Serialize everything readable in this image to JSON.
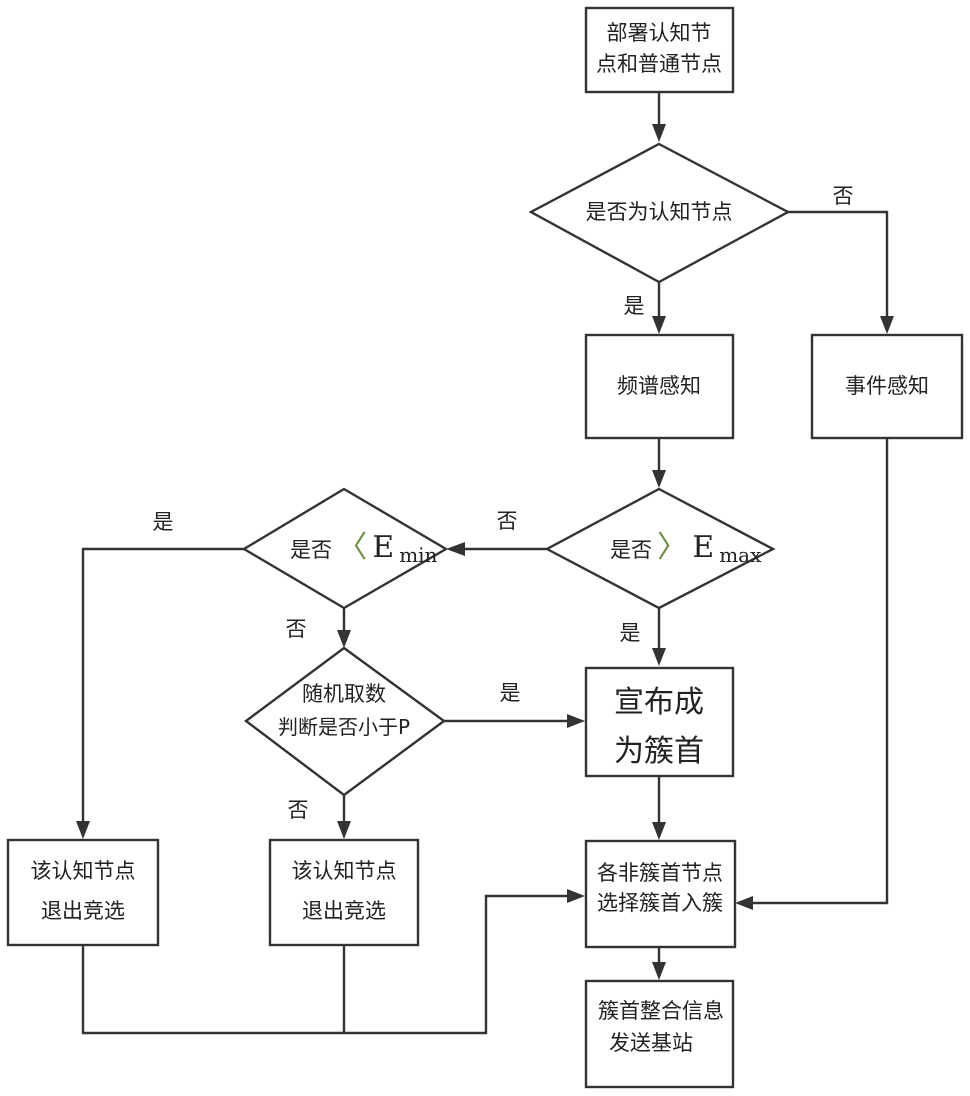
{
  "nodes": {
    "deploy": {
      "line1": "部署认知节",
      "line2": "点和普通节点"
    },
    "is_cognitive": {
      "text": "是否为认知节点"
    },
    "spectrum": {
      "text": "频谱感知"
    },
    "event": {
      "text": "事件感知"
    },
    "gt_emax": {
      "prefix": "是否",
      "op": "〉",
      "var": "E",
      "sub": "max"
    },
    "lt_emin": {
      "prefix": "是否",
      "op": "〈",
      "var": "E",
      "sub": "min"
    },
    "random": {
      "line1": "随机取数",
      "line2": "判断是否小于P"
    },
    "declare": {
      "line1": "宣布成",
      "line2": "为簇首"
    },
    "exit_left": {
      "line1": "该认知节点",
      "line2": "退出竞选"
    },
    "exit_mid": {
      "line1": "该认知节点",
      "line2": "退出竞选"
    },
    "join": {
      "line1": "各非簇首节点",
      "line2": "选择簇首入簇"
    },
    "send": {
      "line1": "簇首整合信息",
      "line2": "发送基站"
    }
  },
  "edge_labels": {
    "cognitive_no": "否",
    "cognitive_yes": "是",
    "emax_no": "否",
    "emax_yes": "是",
    "emin_yes": "是",
    "emin_no": "否",
    "random_yes": "是",
    "random_no": "否"
  }
}
